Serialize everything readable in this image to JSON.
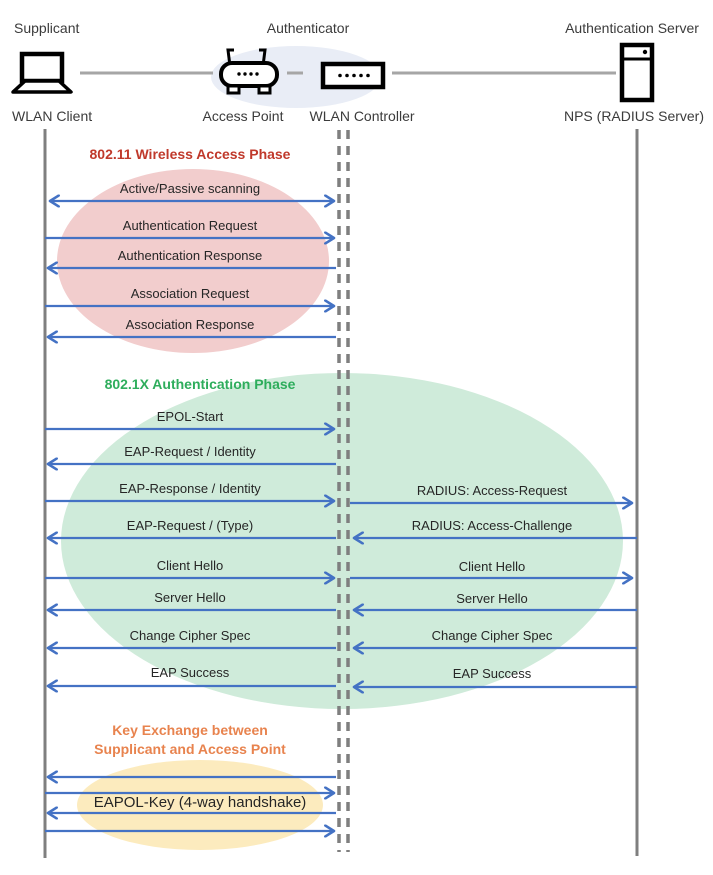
{
  "header": {
    "supplicant_role": "Supplicant",
    "authenticator_role": "Authenticator",
    "auth_server_role": "Authentication Server",
    "wlan_client": "WLAN Client",
    "access_point": "Access Point",
    "wlan_controller": "WLAN Controller",
    "nps": "NPS (RADIUS Server)"
  },
  "colors": {
    "arrow": "#4472C4",
    "lifeline": "#7F7F7F",
    "connector": "#A6A6A6",
    "phase1_title": "#C0392B",
    "phase1_fill": "#F2CDCD",
    "phase2_title": "#2EAD5C",
    "phase2_fill": "#CFEBDA",
    "phase3_title": "#E8834E",
    "phase3_fill": "#FCEBBE",
    "authenticator_fill": "#E9EDF6"
  },
  "phases": [
    {
      "title": "802.11 Wireless Access Phase",
      "messages": [
        {
          "label": "Active/Passive scanning",
          "direction": "both",
          "segment": "client-controller"
        },
        {
          "label": "Authentication Request",
          "direction": "right",
          "segment": "client-controller"
        },
        {
          "label": "Authentication Response",
          "direction": "left",
          "segment": "client-controller"
        },
        {
          "label": "Association Request",
          "direction": "right",
          "segment": "client-controller"
        },
        {
          "label": "Association Response",
          "direction": "left",
          "segment": "client-controller"
        }
      ]
    },
    {
      "title": "802.1X Authentication Phase",
      "messages": [
        {
          "label": "EPOL-Start",
          "direction": "right",
          "segment": "client-controller"
        },
        {
          "label": "EAP-Request / Identity",
          "direction": "left",
          "segment": "client-controller"
        },
        {
          "label": "EAP-Response / Identity",
          "direction": "right",
          "segment": "client-controller"
        },
        {
          "label": "RADIUS: Access-Request",
          "direction": "right",
          "segment": "controller-server"
        },
        {
          "label": "EAP-Request / (Type)",
          "direction": "left",
          "segment": "client-controller"
        },
        {
          "label": "RADIUS: Access-Challenge",
          "direction": "left",
          "segment": "controller-server"
        },
        {
          "label": "Client Hello",
          "direction": "right",
          "segment": "client-controller"
        },
        {
          "label": "Client Hello",
          "direction": "right",
          "segment": "controller-server"
        },
        {
          "label": "Server Hello",
          "direction": "left",
          "segment": "client-controller"
        },
        {
          "label": "Server Hello",
          "direction": "left",
          "segment": "controller-server"
        },
        {
          "label": "Change Cipher Spec",
          "direction": "left",
          "segment": "client-controller"
        },
        {
          "label": "Change Cipher Spec",
          "direction": "left",
          "segment": "controller-server"
        },
        {
          "label": "EAP Success",
          "direction": "left",
          "segment": "client-controller"
        },
        {
          "label": "EAP Success",
          "direction": "left",
          "segment": "controller-server"
        }
      ]
    },
    {
      "title_line1": "Key Exchange between",
      "title_line2": "Supplicant and Access Point",
      "messages": [
        {
          "label": "EAPOL-Key (4-way handshake)",
          "direction": "left,right,left,right",
          "segment": "client-controller"
        }
      ]
    }
  ]
}
